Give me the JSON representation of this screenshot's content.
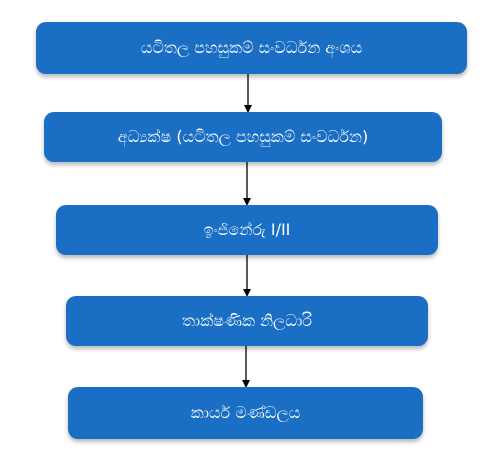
{
  "diagram": {
    "nodes": [
      {
        "label": "යටිතල පහසුකම් සංවර්ධන අංශය"
      },
      {
        "label": "අධ්‍යක්ෂ (යටිතල පහසුකම් සංවර්ධන)"
      },
      {
        "label": "ඉංජිනේරු I/II"
      },
      {
        "label": "තාක්ෂණික නිලධාරි"
      },
      {
        "label": "කාර්ය මණ්ඩලය"
      }
    ],
    "edges": [
      {
        "from": 0,
        "to": 1
      },
      {
        "from": 1,
        "to": 2
      },
      {
        "from": 2,
        "to": 3
      },
      {
        "from": 3,
        "to": 4
      }
    ],
    "colors": {
      "box_fill": "#1a6fc4",
      "box_text": "#ffffff",
      "arrow": "#000000"
    }
  }
}
